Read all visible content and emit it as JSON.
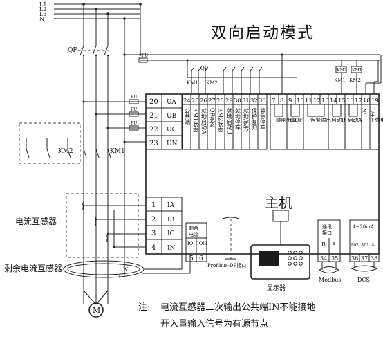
{
  "title": "双向启动模式",
  "lines": [
    "L1",
    "L2",
    "L3",
    "N"
  ],
  "breaker": "QF",
  "fuse": "FU",
  "main_unit": "主机",
  "voltage_terminals": [
    {
      "num": "20",
      "sig": "UA"
    },
    {
      "num": "21",
      "sig": "UB"
    },
    {
      "num": "22",
      "sig": "UC"
    },
    {
      "num": "23",
      "sig": "UN"
    }
  ],
  "current_terminals": [
    {
      "num": "1",
      "sig": "IA"
    },
    {
      "num": "2",
      "sig": "IB"
    },
    {
      "num": "3",
      "sig": "IC"
    },
    {
      "num": "4",
      "sig": "IN"
    }
  ],
  "input_numbers": [
    "24",
    "25",
    "26",
    "27",
    "28",
    "29",
    "30",
    "31",
    "32",
    "33"
  ],
  "input_labels": [
    "公共端",
    "KM1状态",
    "就地启动A",
    "QF状态",
    "KM2状态",
    "就地启动B",
    "就地停车",
    "就地/远方",
    "保护复归",
    "紧急停车"
  ],
  "output_numbers": [
    "7",
    "8",
    "9",
    "10",
    "11",
    "12",
    "13",
    "14",
    "15",
    "16",
    "17",
    "18",
    "19"
  ],
  "output_labels": [
    "跳闸出口",
    "跳QF",
    "告警输出",
    "启动B",
    "启动A",
    "工作电源"
  ],
  "power_terminals": [
    "N/-",
    "L/+"
  ],
  "contactors": [
    "KM2",
    "KM1"
  ],
  "ct_label": "电流互感器",
  "rct_label": "剩余电流互感器",
  "residual": {
    "title": "剩余电流",
    "io": "IO",
    "ion": "ION",
    "n1": "5",
    "n2": "6"
  },
  "comm": {
    "title": "通讯接口",
    "b": "B",
    "a": "A",
    "n1": "34",
    "n2": "35",
    "protocol": "Modbus"
  },
  "analog": {
    "title": "4~20mA",
    "a02": "A02",
    "a01": "A01",
    "a_minus": "A-",
    "n1": "36",
    "n2": "37",
    "n3": "38",
    "protocol": "DCS"
  },
  "profibus": "Profibus-DP接口",
  "display": "显示器",
  "neutral": "N",
  "motor": "M",
  "note": {
    "prefix": "注:",
    "line1": "电流互感器二次输出公共端IN不能接地",
    "line2": "开入量输入信号为有源节点"
  }
}
